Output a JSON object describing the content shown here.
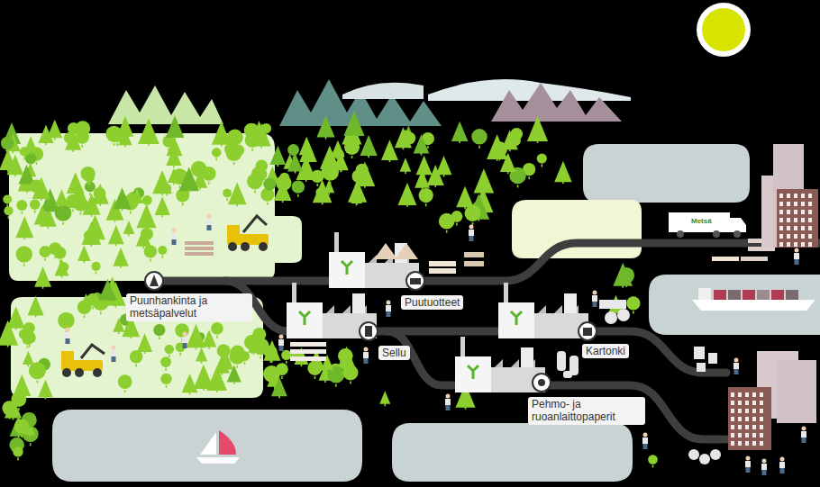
{
  "diagram": {
    "labels": [
      "Puunhankinta ja metsäpalvelut",
      "Puutuotteet",
      "Sellu",
      "Kartonki",
      "Pehmo- ja ruoanlaittopaperit",
      "Metsä"
    ]
  }
}
